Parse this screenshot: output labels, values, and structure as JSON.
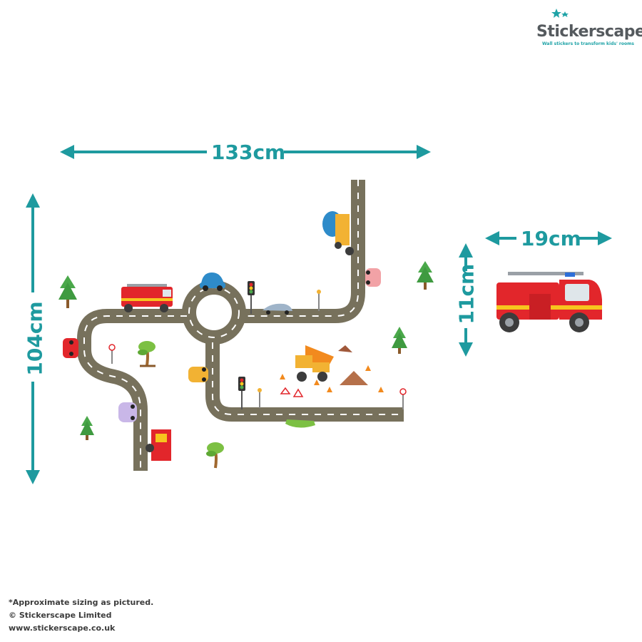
{
  "brand": {
    "name": "Stickerscape",
    "tagline": "Wall stickers to transform kids' rooms",
    "accent_color": "#1e9a9f",
    "text_color": "#555a5e"
  },
  "dimensions": {
    "main_width": "133cm",
    "main_height": "104cm",
    "single_width": "19cm",
    "single_height": "11cm"
  },
  "footer": {
    "note": "*Approximate sizing as pictured.",
    "copyright": "© Stickerscape Limited",
    "website": "www.stickerscape.co.uk"
  },
  "icons": [
    "star-icon",
    "road-track",
    "fire-engine-icon",
    "car-icon",
    "tree-icon",
    "traffic-light-icon",
    "dumper-truck-icon",
    "cement-mixer-icon",
    "petrol-pump-icon",
    "road-sign-icon",
    "traffic-cone-icon"
  ],
  "colors": {
    "road": "#77715c",
    "road_marking": "#ffffff",
    "fire_engine_red": "#e2262b",
    "fire_engine_stripe": "#f7c51e",
    "tree_green": "#4aa84a"
  }
}
